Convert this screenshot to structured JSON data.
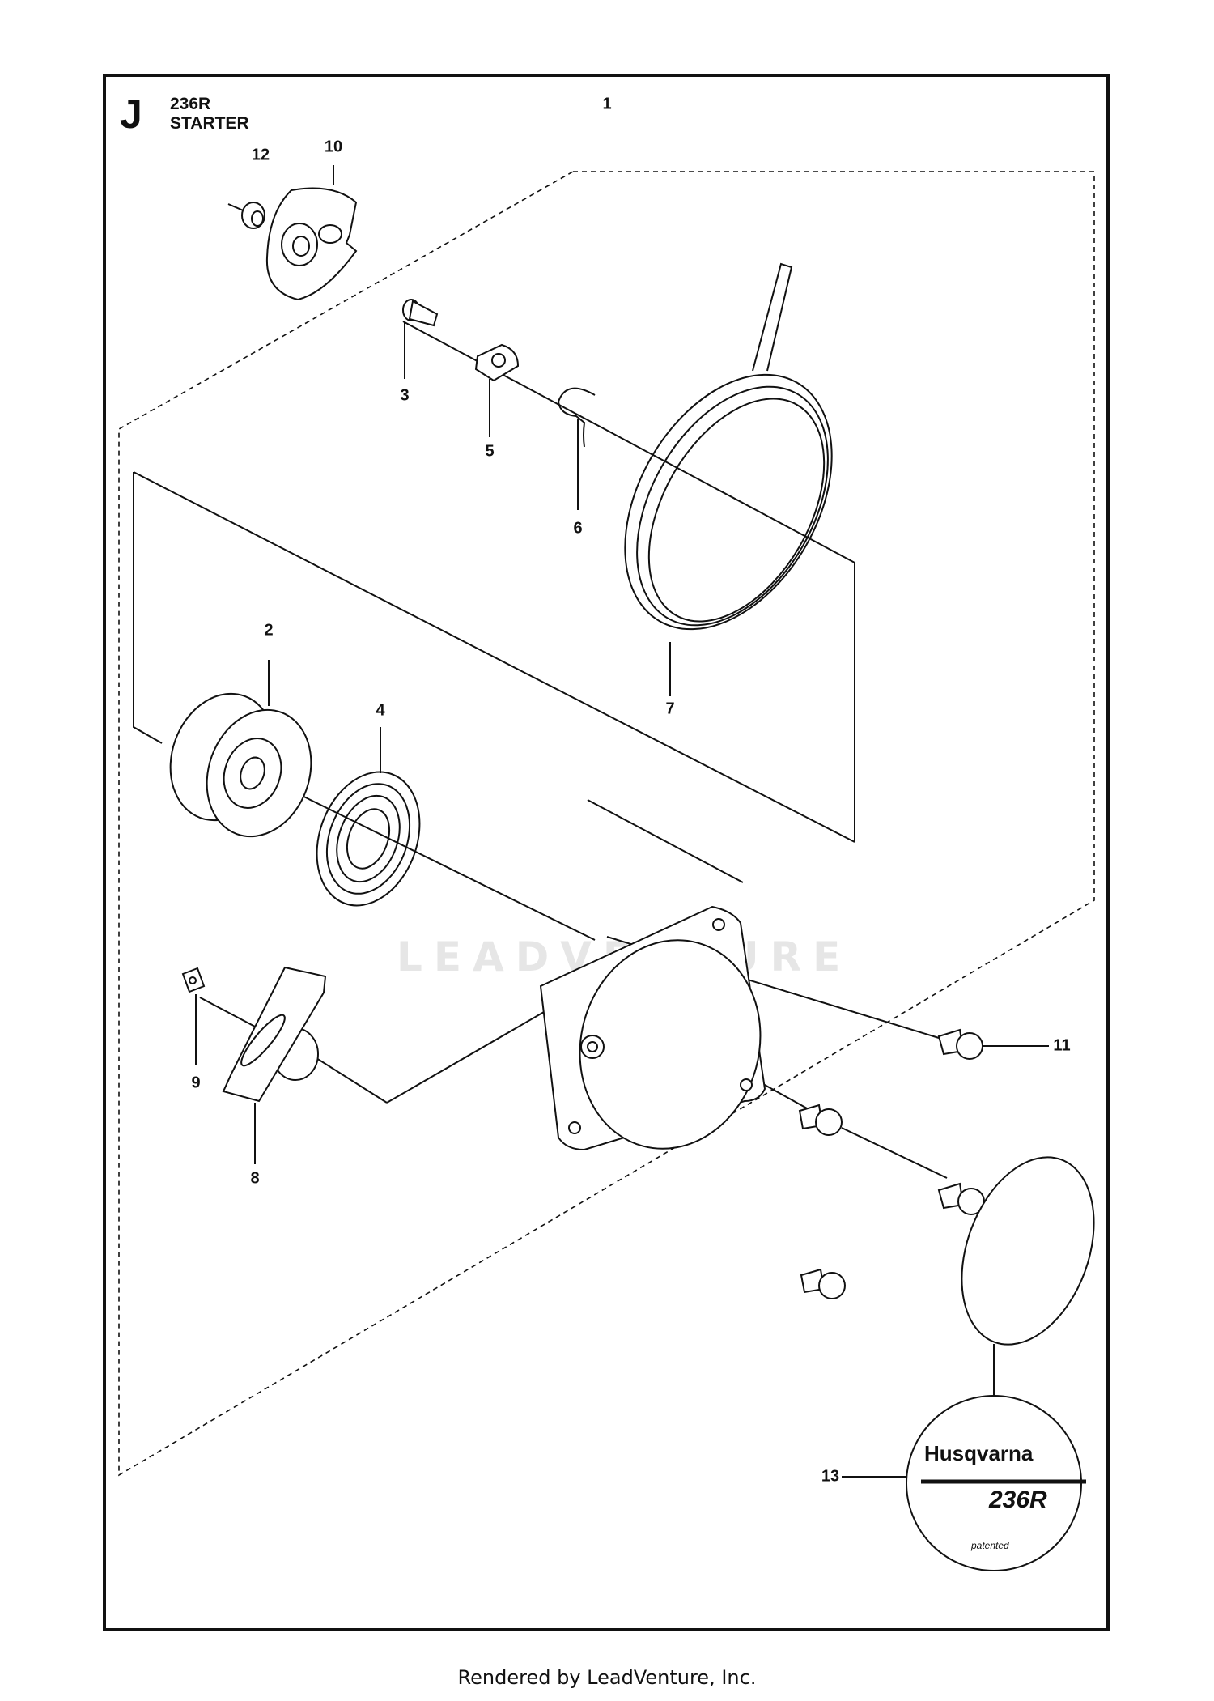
{
  "header": {
    "section_letter": "J",
    "model": "236R",
    "section_title": "STARTER"
  },
  "callouts": {
    "c1": "1",
    "c2": "2",
    "c3": "3",
    "c4": "4",
    "c5": "5",
    "c6": "6",
    "c7": "7",
    "c8": "8",
    "c9": "9",
    "c10": "10",
    "c11": "11",
    "c12": "12",
    "c13": "13"
  },
  "decal": {
    "brand": "Husqvarna",
    "model": "236R",
    "note": "patented"
  },
  "watermark": "LEADVENTURE",
  "footer": "Rendered by LeadVenture, Inc."
}
